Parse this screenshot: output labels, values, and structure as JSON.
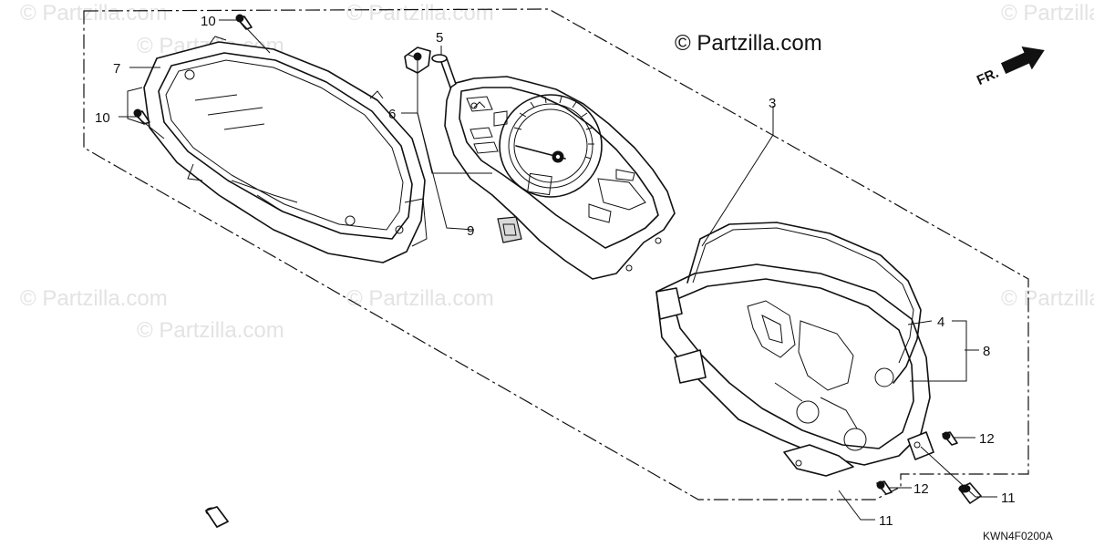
{
  "copyright": "© Partzilla.com",
  "watermarks": [
    "© Partzilla.com",
    "© Partzilla.com",
    "© Partzilla.com",
    "© Partzilla.com",
    "© Partzilla.com",
    "© Partzilla.com",
    "© Partzilla.com",
    "© Partzilla.com"
  ],
  "direction_label": "FR.",
  "diagram_code": "KWN4F0200A",
  "callouts": [
    "10",
    "7",
    "10",
    "5",
    "6",
    "9",
    "3",
    "4",
    "8",
    "12",
    "12",
    "11",
    "11"
  ]
}
